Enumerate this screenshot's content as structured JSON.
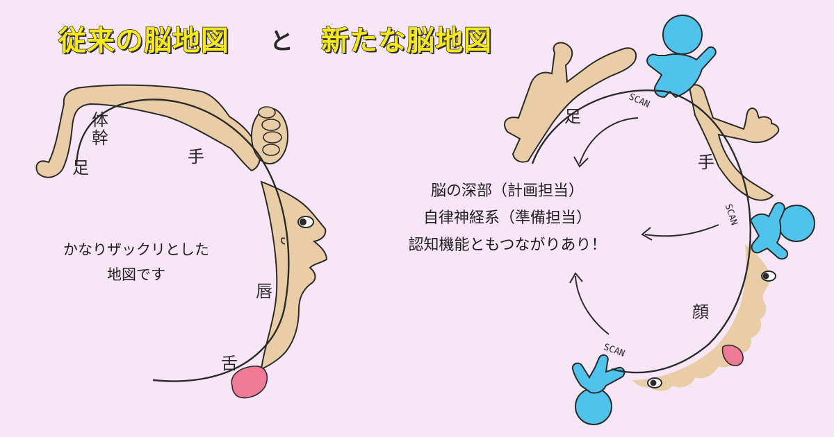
{
  "titles": {
    "old_map": "従来の脳地図",
    "connector": "と",
    "new_map": "新たな脳地図"
  },
  "left_map": {
    "labels": {
      "trunk": "体幹",
      "foot": "足",
      "hand": "手",
      "lips": "唇",
      "tongue": "舌"
    },
    "note": [
      "かなりザックリとした",
      "地図です"
    ]
  },
  "right_map": {
    "labels": {
      "foot": "足",
      "hand": "手",
      "face": "顔"
    },
    "scan_label": "SCAN",
    "note": [
      "脳の深部（計画担当）",
      "自律神経系（準備担当）",
      "認知機能ともつながりあり！"
    ]
  },
  "colors": {
    "background": "#f7e6f5",
    "title_fill": "#f6e81a",
    "skin": "#e9cda6",
    "person": "#4fc3ec",
    "tongue": "#f07b96",
    "ink": "#2a2a2a"
  }
}
